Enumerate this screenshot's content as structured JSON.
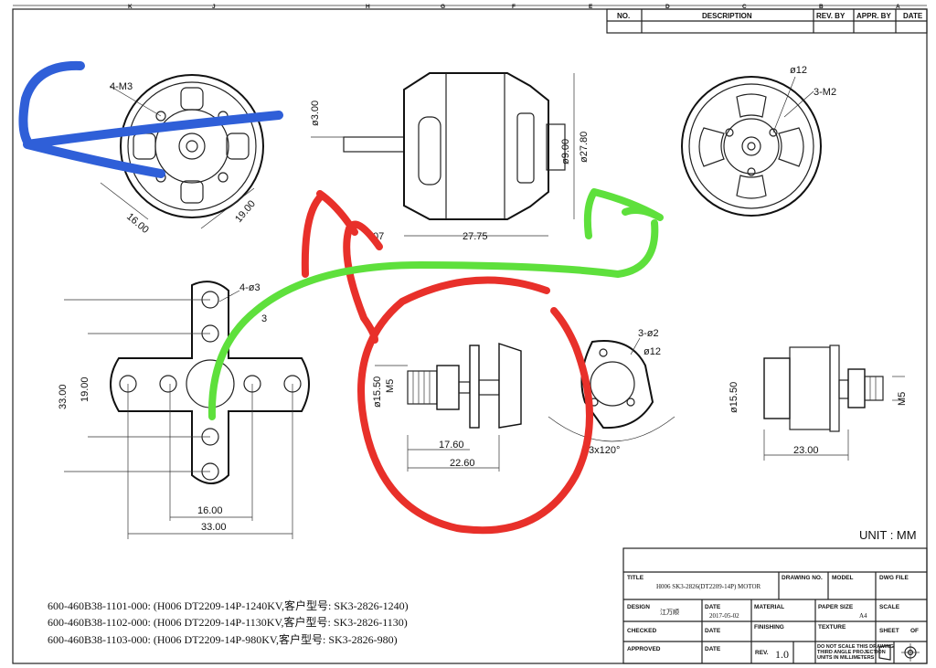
{
  "revision_table": {
    "headers": [
      "NO.",
      "DESCRIPTION",
      "REV. BY",
      "APPR. BY",
      "DATE"
    ]
  },
  "dimensions": {
    "front_holes": "4-M3",
    "front_d1": "16.00",
    "front_d2": "19.00",
    "side_shaft": "ø3.00",
    "side_d9": "ø9.00",
    "side_d27": "ø27.80",
    "side_len": "27.75",
    "side_partial": "07",
    "rear_dia": "ø12",
    "rear_holes": "3-M2",
    "mount_holes": "4-ø3",
    "mount_partial": "3",
    "mount_h1": "33.00",
    "mount_h2": "19.00",
    "mount_w1": "16.00",
    "mount_w2": "33.00",
    "prop_dia": "ø15.50",
    "prop_thread": "M5",
    "prop_len1": "17.60",
    "prop_len2": "22.60",
    "nut_holes": "3-ø2",
    "nut_dia": "ø12",
    "nut_angle": "3x120°",
    "right_dia": "ø15.50",
    "right_thread": "M5",
    "right_len": "23.00"
  },
  "unit_label": "UNIT : MM",
  "notes": [
    "600-460B38-1101-000: (H006 DT2209-14P-1240KV,客户型号: SK3-2826-1240)",
    "600-460B38-1102-000: (H006 DT2209-14P-1130KV,客户型号: SK3-2826-1130)",
    "600-460B38-1103-000: (H006 DT2209-14P-980KV,客户型号: SK3-2826-980)"
  ],
  "title_block": {
    "title_label": "TITLE",
    "title_value": "H006 SK3-2826(DT2209-14P) MOTOR",
    "drawing_no_label": "DRAWING NO.",
    "model_label": "MODEL",
    "dwg_file_label": "DWG FILE",
    "design_label": "DESIGN",
    "designer": "江万顺",
    "date_label": "DATE",
    "date_value": "2017-05-02",
    "material_label": "MATERIAL",
    "paper_size_label": "PAPER SIZE",
    "paper_size_value": "A4",
    "scale_label": "SCALE",
    "checked_label": "CHECKED",
    "date2_label": "DATE",
    "finishing_label": "FINISHING",
    "texture_label": "TEXTURE",
    "sheet_label": "SHEET",
    "of_label": "OF",
    "approved_label": "APPROVED",
    "date3_label": "DATE",
    "rev_label": "REV.",
    "rev_value": "1.0",
    "disclaimer_1": "DO NOT SCALE THIS DRAWING",
    "disclaimer_2": "THIRD ANGLE PROJECTION",
    "disclaimer_3": "UNITS IN MILLIMETERS"
  },
  "border_letters": [
    "K",
    "J",
    "H",
    "G",
    "F",
    "E",
    "D",
    "C",
    "B",
    "A"
  ],
  "colors": {
    "annotation_blue": "#2f5fd8",
    "annotation_red": "#e8302a",
    "annotation_green": "#5ee03c"
  }
}
